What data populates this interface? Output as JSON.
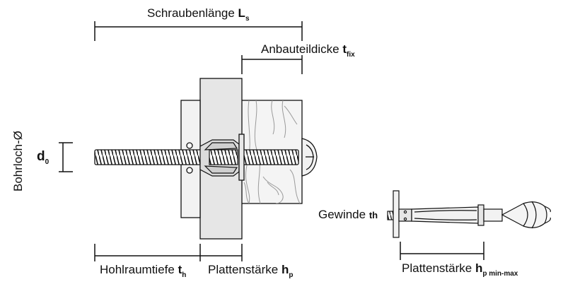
{
  "labels": {
    "screw_length": {
      "text": "Schraubenlänge ",
      "symbol": "L",
      "sub": "s"
    },
    "fixture_thickness": {
      "text": "Anbauteildicke ",
      "symbol": "t",
      "sub": "fix"
    },
    "bore_diameter": {
      "text": "Bohrloch-Ø"
    },
    "d0": {
      "symbol": "d",
      "sub": "0"
    },
    "cavity_depth": {
      "text": "Hohlraumtiefe ",
      "symbol": "t",
      "sub": "h"
    },
    "board_thickness": {
      "text": "Plattenstärke ",
      "symbol": "h",
      "sub": "p"
    },
    "thread": {
      "text": "Gewinde ",
      "symbol": "th"
    },
    "board_thickness_range": {
      "text": "Plattenstärke ",
      "symbol": "h",
      "sub": "p min-max"
    }
  },
  "colors": {
    "line": "#111111",
    "board_fill": "#e6e6e6",
    "washer_fill": "#f2f2f2",
    "metal_fill": "#d9d9d9",
    "wood_fill": "#f4f4f4",
    "wood_grain": "#9a9a9a"
  }
}
